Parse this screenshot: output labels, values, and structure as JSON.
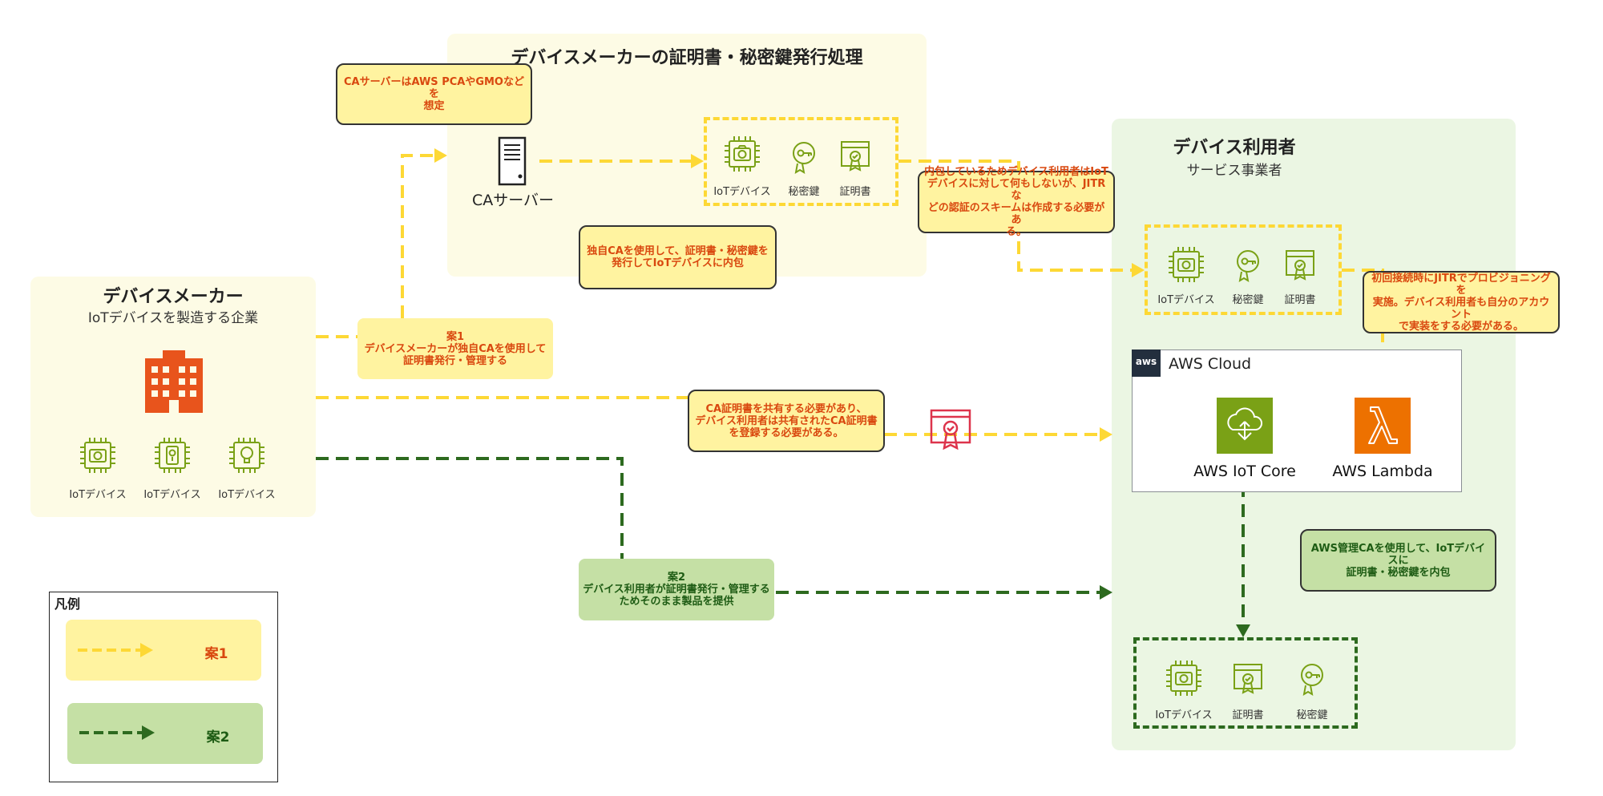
{
  "colors": {
    "plan1": "#fdd835",
    "plan2": "#2d6a1f",
    "icon_green": "#7aa116",
    "maker_orange": "#e8541c",
    "cert_red": "#dd344c",
    "iot_core": "#7aa116",
    "lambda": "#ed7100"
  },
  "issuance_panel": {
    "title": "デバイスメーカーの証明書・秘密鍵発行処理"
  },
  "ca_server": {
    "label": "CAサーバー",
    "note": "CAサーバーはAWS PCAやGMOなどを\n想定"
  },
  "issuance_bundle": {
    "device": "IoTデバイス",
    "key": "秘密鍵",
    "cert": "証明書"
  },
  "issuance_note": "独自CAを使用して、証明書・秘密鍵を\n発行してIoTデバイスに内包",
  "embed_note": "内包しているためデバイス利用者はIoT\nデバイスに対して何もしないが、JITRな\nどの認証のスキームは作成する必要があ\nる。",
  "maker": {
    "title": "デバイスメーカー",
    "subtitle": "IoTデバイスを製造する企業",
    "devices": [
      "IoTデバイス",
      "IoTデバイス",
      "IoTデバイス"
    ]
  },
  "plan1_tag": "案1\nデバイスメーカーが独自CAを使用して\n証明書発行・管理する",
  "ca_share_note": "CA証明書を共有する必要があり、\nデバイス利用者は共有されたCA証明書\nを登録する必要がある。",
  "plan2_tag": "案2\nデバイス利用者が証明書発行・管理する\nためそのまま製品を提供",
  "user": {
    "title": "デバイス利用者",
    "subtitle": "サービス事業者"
  },
  "user_bundle": {
    "device": "IoTデバイス",
    "key": "秘密鍵",
    "cert": "証明書"
  },
  "jitr_note": "初回接続時にJITRでプロビジョニングを\n実施。デバイス利用者も自分のアカウント\nで実装をする必要がある。",
  "aws": {
    "cloud_label": "AWS Cloud",
    "aws_logo": "aws",
    "iot_core": "AWS IoT Core",
    "lambda": "AWS Lambda"
  },
  "aws_ca_note": "AWS管理CAを使用して、IoTデバイスに\n証明書・秘密鍵を内包",
  "plan2_bundle": {
    "device": "IoTデバイス",
    "cert": "証明書",
    "key": "秘密鍵"
  },
  "legend": {
    "title": "凡例",
    "plan1": "案1",
    "plan2": "案2"
  }
}
